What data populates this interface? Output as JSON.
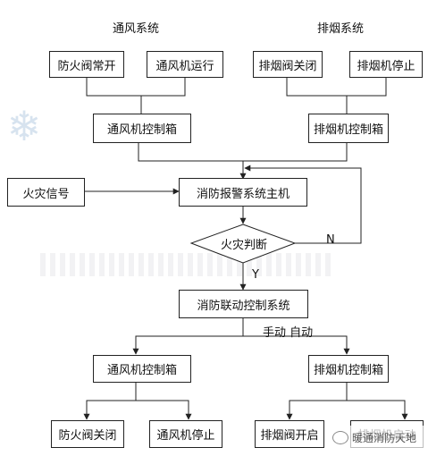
{
  "headings": {
    "ventilation_system": "通风系统",
    "smoke_exhaust_system": "排烟系统"
  },
  "nodes": {
    "fire_damper_open": "防火阀常开",
    "ventilator_running": "通风机运行",
    "smoke_damper_closed": "排烟阀关闭",
    "smoke_fan_stopped": "排烟机停止",
    "ventilator_control_box_top": "通风机控制箱",
    "smoke_fan_control_box_top": "排烟机控制箱",
    "fire_signal": "火灾信号",
    "fire_alarm_host": "消防报警系统主机",
    "fire_judgment": "火灾判断",
    "fire_linkage_control": "消防联动控制系统",
    "ventilator_control_box_bottom": "通风机控制箱",
    "smoke_fan_control_box_bottom": "排烟机控制箱",
    "fire_damper_closed": "防火阀关闭",
    "ventilator_stopped": "通风机停止",
    "smoke_damper_open": "排烟阀开启",
    "smoke_fan_start": "排烟机启动"
  },
  "edge_labels": {
    "no": "N",
    "yes": "Y",
    "manual_auto": "手动 自动"
  },
  "watermark": {
    "account": "暖通消防天地"
  },
  "colors": {
    "line": "#222222",
    "box_border": "#222222"
  }
}
